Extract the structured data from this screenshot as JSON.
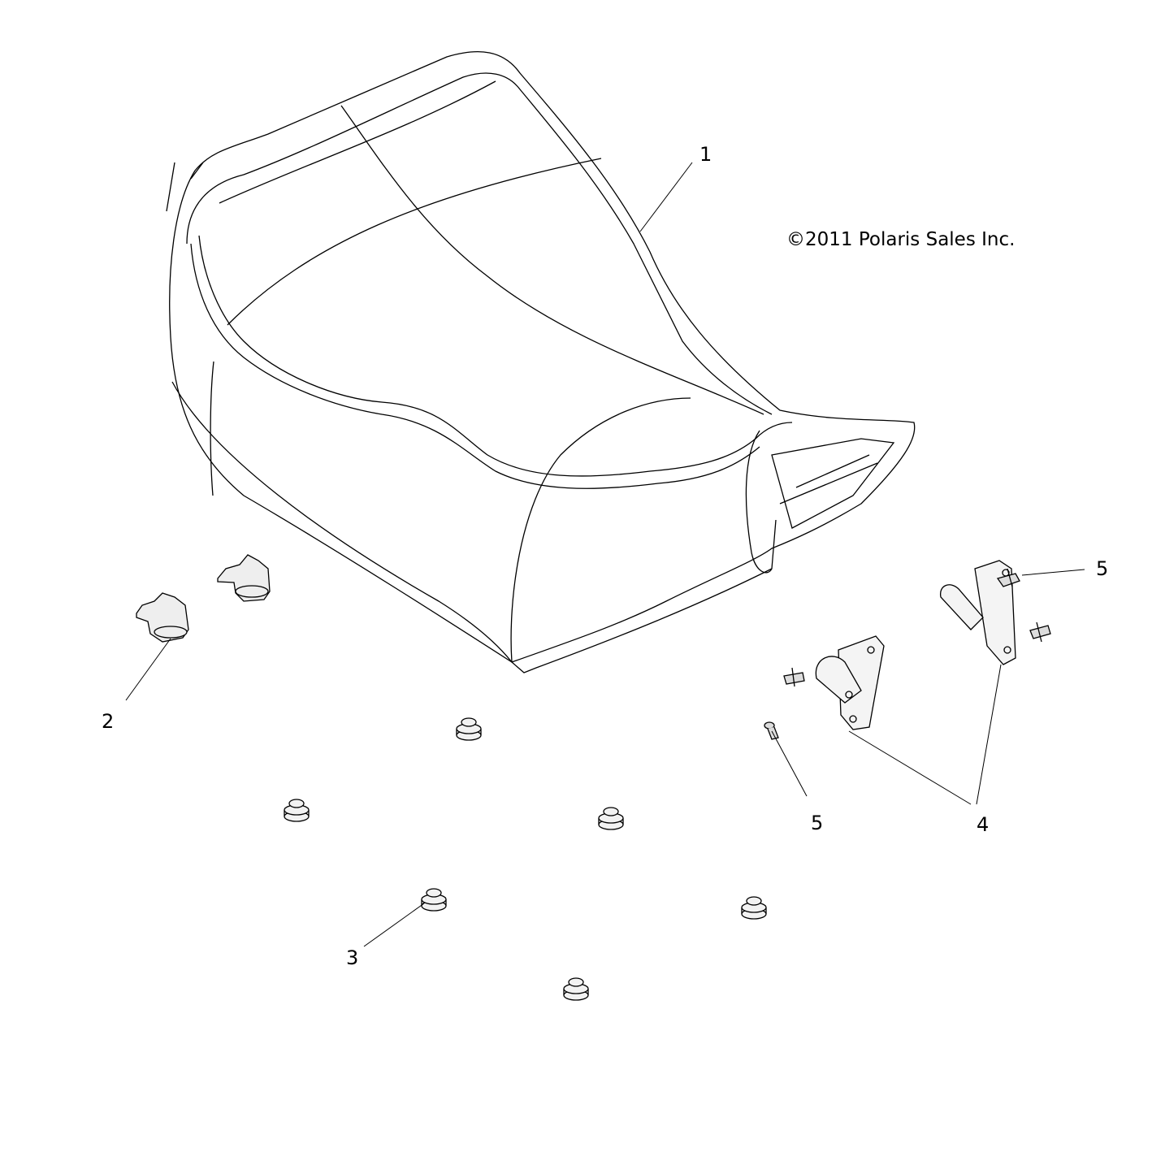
{
  "copyright": "©2011 Polaris Sales Inc.",
  "callouts": [
    {
      "number": "1",
      "part": "seat"
    },
    {
      "number": "2",
      "part": "latch-clip"
    },
    {
      "number": "3",
      "part": "grommet"
    },
    {
      "number": "4",
      "part": "latch-bracket"
    },
    {
      "number": "5",
      "part": "screw"
    },
    {
      "number": "5",
      "part": "screw"
    }
  ],
  "colors": {
    "line": "#000000",
    "background": "#ffffff",
    "part_fill": "#f2f2f2"
  }
}
